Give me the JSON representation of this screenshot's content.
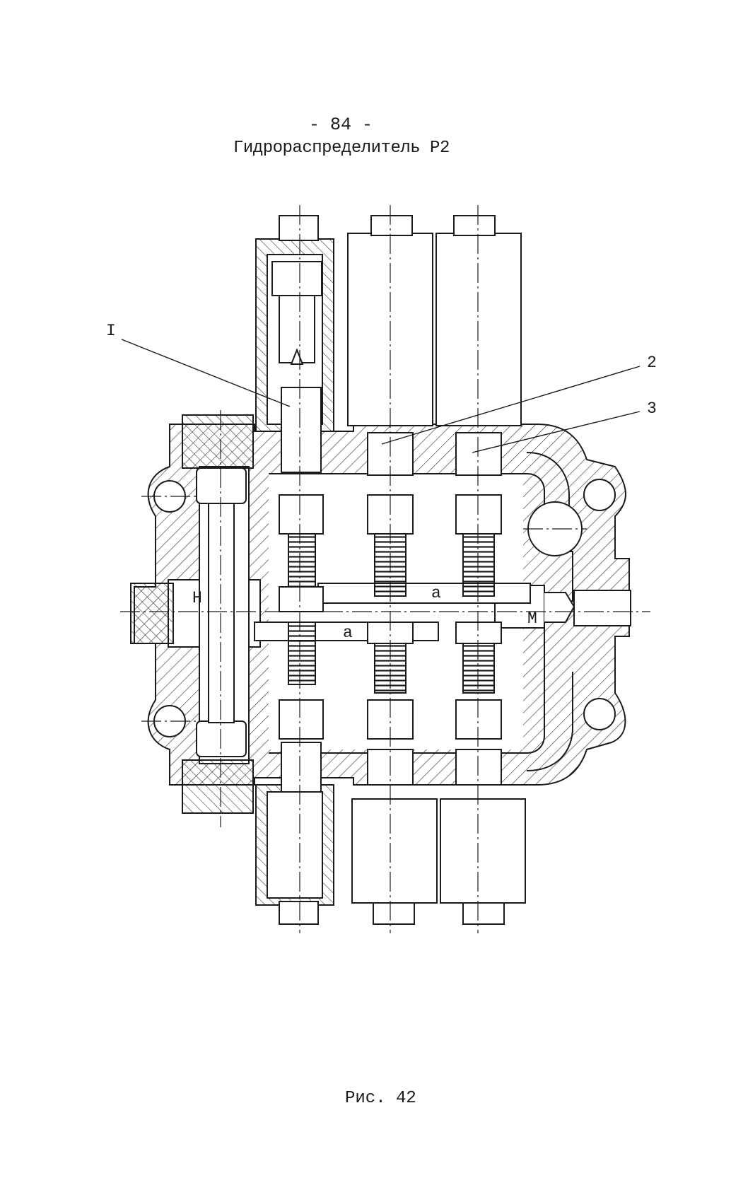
{
  "page_number": "- 84 -",
  "title": "Гидрораспределитель Р2",
  "caption": "Рис. 42",
  "callouts": {
    "one": "I",
    "two": "2",
    "three": "3"
  },
  "channel_labels": {
    "pressure": "Н",
    "drain": "М",
    "passage_upper": "а",
    "passage_lower": "а"
  }
}
